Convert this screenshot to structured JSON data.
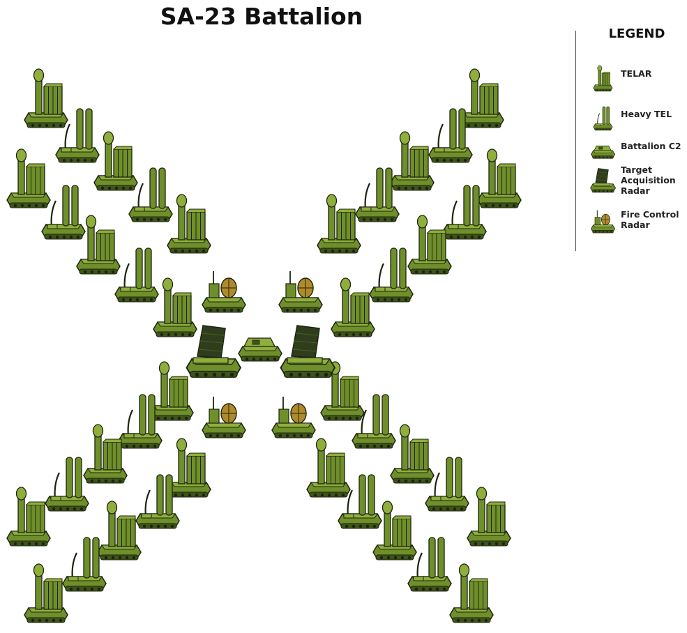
{
  "title": "SA-23 Battalion",
  "legend": {
    "title": "LEGEND",
    "items": [
      {
        "id": "telar",
        "label": "TELAR",
        "icon": "telar-icon"
      },
      {
        "id": "heavy-tel",
        "label": "Heavy TEL",
        "icon": "heavy-tel-icon"
      },
      {
        "id": "c2",
        "label": "Battalion C2",
        "icon": "battalion-c2-icon"
      },
      {
        "id": "tar",
        "label": "Target\nAcquisition\nRadar",
        "icon": "target-acquisition-radar-icon"
      },
      {
        "id": "fcr",
        "label": "Fire Control\nRadar",
        "icon": "fire-control-radar-icon"
      }
    ]
  },
  "colors": {
    "vehicle_green": "#6f8f2a",
    "vehicle_light": "#8fae3c",
    "vehicle_dark": "#3f5418",
    "outline": "#1c2410",
    "radar_dark": "#2f3d1c",
    "radar_dish": "#b08a2a"
  }
}
